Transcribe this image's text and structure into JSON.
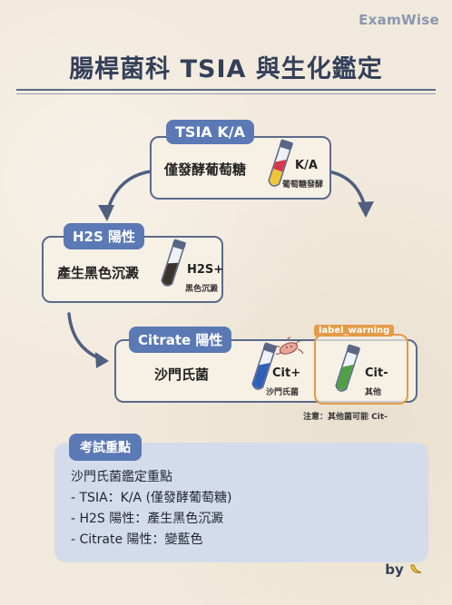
{
  "brand": "ExamWise",
  "title": "腸桿菌科 TSIA 與生化鑑定",
  "tsia": {
    "badge": "TSIA K/A",
    "text": "僅發酵葡萄糖",
    "tube_label": "K/A",
    "tube_sub": "葡萄糖發酵"
  },
  "h2s": {
    "badge": "H2S 陽性",
    "text": "產生黑色沉澱",
    "tube_label": "H2S+",
    "tube_sub": "黑色沉澱"
  },
  "citrate": {
    "badge": "Citrate 陽性",
    "text": "沙門氏菌",
    "pos_label": "Cit+",
    "pos_sub": "沙門氏菌",
    "warning_tag": "label_warning",
    "neg_label": "Cit-",
    "neg_sub": "其他",
    "note": "注意：其他菌可能 Cit-"
  },
  "summary": {
    "badge": "考試重點",
    "lines": [
      "沙門氏菌鑑定重點",
      " - TSIA：K/A (僅發酵葡萄糖)",
      " - H2S 陽性：產生黑色沉澱",
      " - Citrate 陽性：變藍色"
    ]
  },
  "byline": "by",
  "colors": {
    "background": "#f1e9db",
    "accent": "#5b79b5",
    "warning": "#e59a45",
    "summary_bg": "#d4dceb"
  }
}
